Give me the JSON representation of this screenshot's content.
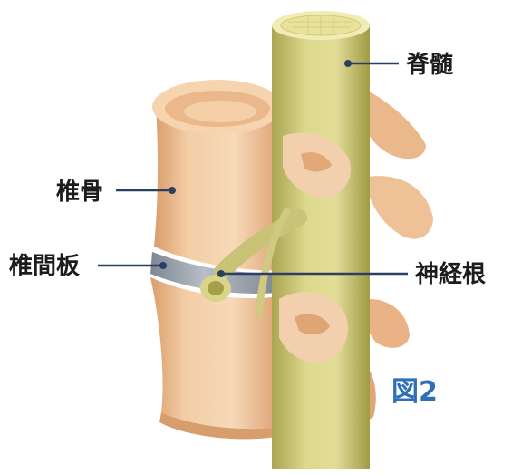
{
  "labels": {
    "spinal_cord": "脊髄",
    "vertebra": "椎骨",
    "disc": "椎間板",
    "nerve_root": "神経根",
    "figure": "図2"
  },
  "colors": {
    "bone": "#f2c9a0",
    "bone_shadow": "#d89e6e",
    "spinal_cord": "#d8d486",
    "spinal_cord_shadow": "#a7a44e",
    "disc": "#9aa2ad",
    "leader_line": "#2b3f63",
    "figure_label": "#2f6fb8"
  }
}
